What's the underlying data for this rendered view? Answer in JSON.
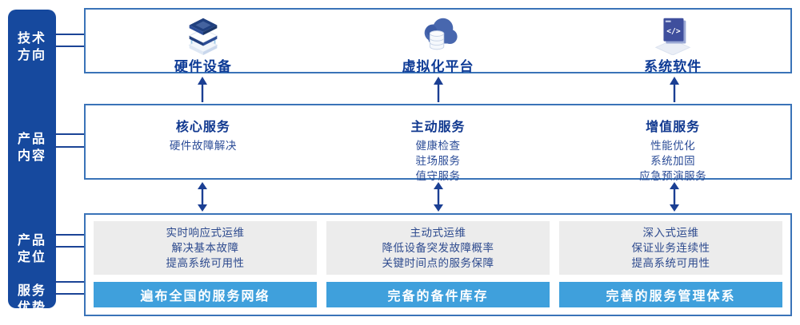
{
  "sidebar": {
    "items": [
      {
        "line1": "技术",
        "line2": "方向"
      },
      {
        "line1": "产品",
        "line2": "内容"
      },
      {
        "line1": "产品",
        "line2": "定位"
      },
      {
        "line1": "服务",
        "line2": "优势"
      }
    ]
  },
  "top": {
    "items": [
      {
        "icon": "server-stack-icon",
        "label": "硬件设备"
      },
      {
        "icon": "cloud-database-icon",
        "label": "虚拟化平台"
      },
      {
        "icon": "code-window-icon",
        "label": "系统软件"
      }
    ]
  },
  "middle": {
    "columns": [
      {
        "title": "核心服务",
        "lines": [
          "硬件故障解决"
        ]
      },
      {
        "title": "主动服务",
        "lines": [
          "健康检查",
          "驻场服务",
          "值守服务"
        ]
      },
      {
        "title": "增值服务",
        "lines": [
          "性能优化",
          "系统加固",
          "应急预演服务"
        ]
      }
    ]
  },
  "bottom": {
    "columns": [
      {
        "lines": [
          "实时响应式运维",
          "解决基本故障",
          "提高系统可用性"
        ],
        "bar": "遍布全国的服务网络"
      },
      {
        "lines": [
          "主动式运维",
          "降低设备突发故障概率",
          "关键时间点的服务保障"
        ],
        "bar": "完备的备件库存"
      },
      {
        "lines": [
          "深入式运维",
          "保证业务连续性",
          "提高系统可用性"
        ],
        "bar": "完善的服务管理体系"
      }
    ]
  },
  "colors": {
    "sidebar": "#16499E",
    "panel_border": "#3A73B8",
    "title_navy": "#10388F",
    "body_navy": "#2B4C97",
    "advantage_bar": "#3FA0DC",
    "card_gray": "#ECECEC",
    "arrow": "#1B3F93"
  }
}
